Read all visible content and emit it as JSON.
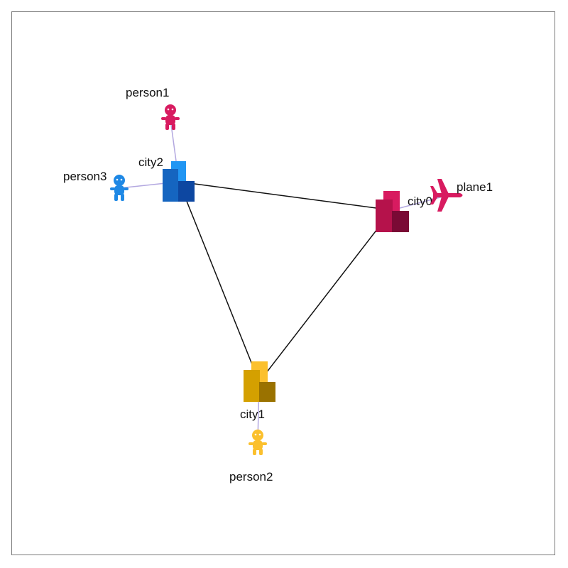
{
  "nodes": {
    "city0": {
      "label": "city0",
      "type": "city",
      "color": "#b5124b",
      "icon": "city-buildings-icon"
    },
    "city1": {
      "label": "city1",
      "type": "city",
      "color": "#d4a000",
      "icon": "city-buildings-icon"
    },
    "city2": {
      "label": "city2",
      "type": "city",
      "color": "#1a73e8",
      "icon": "city-buildings-icon"
    },
    "person1": {
      "label": "person1",
      "type": "person",
      "color": "#d81b60",
      "icon": "person-icon"
    },
    "person2": {
      "label": "person2",
      "type": "person",
      "color": "#fbc02d",
      "icon": "person-icon"
    },
    "person3": {
      "label": "person3",
      "type": "person",
      "color": "#1e88e5",
      "icon": "person-icon"
    },
    "plane1": {
      "label": "plane1",
      "type": "plane",
      "color": "#d81b60",
      "icon": "airplane-icon"
    }
  },
  "edges": [
    {
      "from": "city2",
      "to": "city0",
      "kind": "road"
    },
    {
      "from": "city2",
      "to": "city1",
      "kind": "road"
    },
    {
      "from": "city0",
      "to": "city1",
      "kind": "road"
    },
    {
      "from": "city2",
      "to": "person1",
      "kind": "location"
    },
    {
      "from": "city2",
      "to": "person3",
      "kind": "location"
    },
    {
      "from": "city1",
      "to": "person2",
      "kind": "location"
    },
    {
      "from": "city0",
      "to": "plane1",
      "kind": "location"
    }
  ],
  "edge_colors": {
    "road": "#111111",
    "location": "#b3a8e0"
  }
}
